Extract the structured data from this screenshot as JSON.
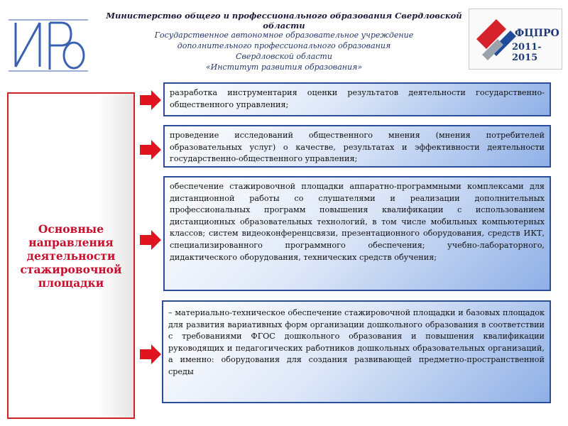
{
  "header": {
    "ministry": "Министерство общего и профессионального образования Свердловской области",
    "institution_lines": [
      "Государственное автономное образовательное учреждение",
      "дополнительного профессионального образования",
      "Свердловской области",
      "«Институт развития образования»"
    ]
  },
  "logos": {
    "iro_text": "ИРО",
    "fcpro_title": "ФЦПРО",
    "fcpro_years": "2011-2015"
  },
  "left_panel": {
    "title": "Основные направления деятельности стажировочной площадки"
  },
  "boxes": [
    "разработка инструментария оценки результатов деятельности государственно-общественного управления;",
    "проведение исследований общественного мнения (мнения потребителей образовательных услуг) о качестве, результатах и эффективности деятельности государственно-общественного управления;",
    "обеспечение стажировочной площадки аппаратно-программными комплексами для дистанционной работы со слушателями и реализации дополнительных профессиональных программ повышения квалификации с использованием дистанционных образовательных технологий, в том числе мобильных компьютерных классов; систем видеоконференцсвязи, презентационного оборудования, средств ИКТ, специализированного программного обеспечения; учебно-лабораторного, дидактического оборудования, технических средств обучения;",
    "– материально-техническое обеспечение стажировочной площадки и базовых площадок для развития вариативных форм организации дошкольного образования в соответствии с требованиями ФГОС дошкольного образования и повышения квалификации руководящих и педагогических работников дошкольных образовательных организаций, а именно: оборудования для создания развивающей предметно-пространственной среды"
  ],
  "colors": {
    "accent_red": "#c8102e",
    "box_border": "#2a4e9a",
    "logo_blue": "#3a62b0"
  }
}
